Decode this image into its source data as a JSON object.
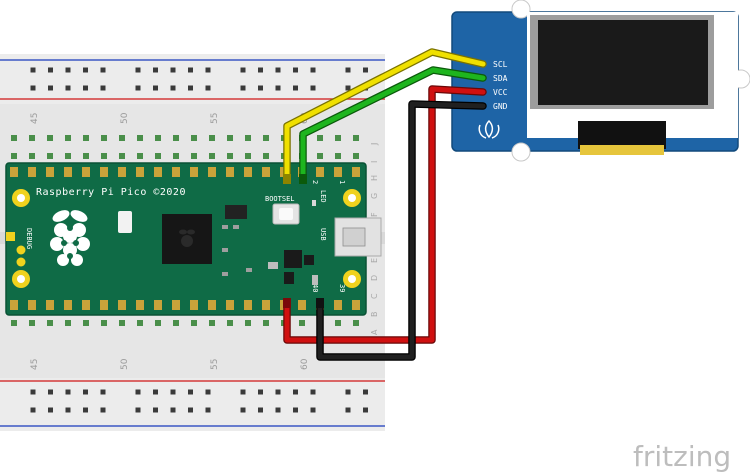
{
  "board": {
    "title": "Raspberry Pi Pico ©2020",
    "bootsel_label": "BOOTSEL",
    "led_label": "LED",
    "usb_label": "USB",
    "debug_label": "DEBUG",
    "pin_1": "1",
    "pin_2": "2",
    "pin_39": "39",
    "pin_40": "40"
  },
  "breadboard": {
    "columns_top": [
      "45",
      "50",
      "55",
      "60"
    ],
    "columns_bottom": [
      "45",
      "50",
      "55",
      "60"
    ],
    "rows_upper": [
      "J",
      "I",
      "H",
      "G",
      "F"
    ],
    "rows_lower": [
      "E",
      "D",
      "C",
      "B",
      "A"
    ]
  },
  "oled": {
    "pins": [
      "SCL",
      "SDA",
      "VCC",
      "GND"
    ]
  },
  "wires": {
    "scl": "#f0e000",
    "sda": "#1eb51e",
    "vcc": "#d01010",
    "gnd": "#202020"
  },
  "brand": "fritzing"
}
